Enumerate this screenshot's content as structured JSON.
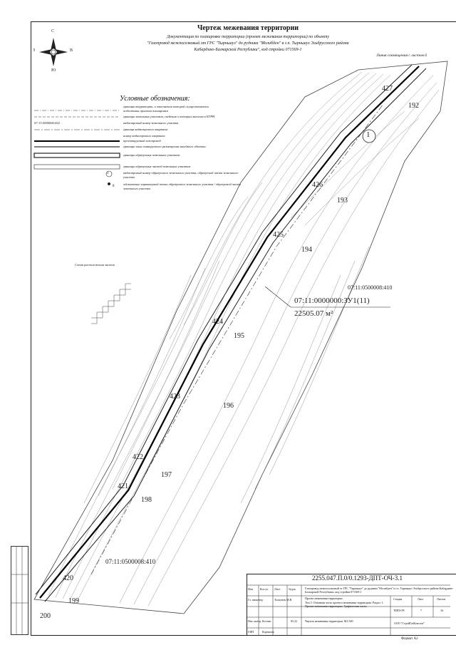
{
  "drawing": {
    "title": "Чертеж межевания территории",
    "subtitle_line1": "Документация по планировке территории (проект межевания территории) по объекту",
    "subtitle_line2": "\"Газопровод межпоселковый от ГРС \"Тырныауз\" до рудника \"Молибден\" в г.п. Тырныауз Эльбрусского района",
    "subtitle_line3": "Кабардино-Балкарской Республики\", код стройки 071569-1",
    "boundary_label": "Линия совмещения с листом 6",
    "compass": {
      "north": "С",
      "south": "Ю",
      "east": "В",
      "west": "З"
    }
  },
  "legend": {
    "title": "Условные обозначения:",
    "items": [
      "границы территории, в отношении которой осуществляется подготовка проекта планировки",
      "границы земельных участков, сведения о которых внесены в ЕГРН",
      "кадастровый номер земельного участка",
      "граница кадастрового квартала",
      "номер кадастрового квартала",
      "проектируемый газопровод",
      "границы зоны планируемого размещения линейного объекта",
      "границы образуемых земельных участков",
      "границы образуемых частей земельных участков",
      "кадастровый номер образуемого земельного участка, образуемой части земельного участка",
      "обозначение характерной точки образуемого земельного участка / образуемой части земельного участка"
    ],
    "sample_cadastral": "07:13:0000000:822",
    "sample_circle": "1",
    "sample_point": "8"
  },
  "side_note": "Схема расположения листов",
  "map": {
    "parcel_quarter": "07:11:0500008:410",
    "new_parcel": "07:11:0000000:ЗУ1(11)",
    "area": "22505.07 м²",
    "quarter_bottom": "07:11:0500008:410",
    "circle_label": "1",
    "points": [
      "427",
      "192",
      "426",
      "193",
      "425",
      "194",
      "424",
      "195",
      "423",
      "196",
      "422",
      "197",
      "421",
      "198",
      "420",
      "199",
      "200"
    ]
  },
  "stamp": {
    "code": "2255.047.П.0/0.1293-ДПТ-ОЧ-3.1",
    "object": "Газопровод межпоселковый от ГРС \"Тырныауз\" до рудника \"Молибден\" в г.п. Тырныауз Эльбрусского района Кабардино-Балкарской Республики, код стройки 071569-1",
    "project": "Проект межевания территории.",
    "volume": "Том 3. Основная часть проекта межевания территории. Раздел 1. Проект межевания территории. Графическая часть.",
    "sheet_title": "Чертеж межевания территории. М1:500",
    "org": "ООО \"СтройГазКонсалт\"",
    "stage": "ТМП-ОЧ",
    "sheet": "7",
    "sheets": "16",
    "head_stage": "Стадия",
    "head_sheet": "Лист",
    "head_sheets": "Листов",
    "role1": "Нач. контр.",
    "role2": "ГИП",
    "name1": "Костин",
    "name2": "Корнилов",
    "date": "05.22",
    "cols": [
      "Изм.",
      "Кол.уч",
      "Лист",
      "№док",
      "Подп.",
      "Дата"
    ],
    "lead": "Гл. инженер",
    "lead_name": "Толкунов М.В."
  },
  "format": "Формат А2"
}
